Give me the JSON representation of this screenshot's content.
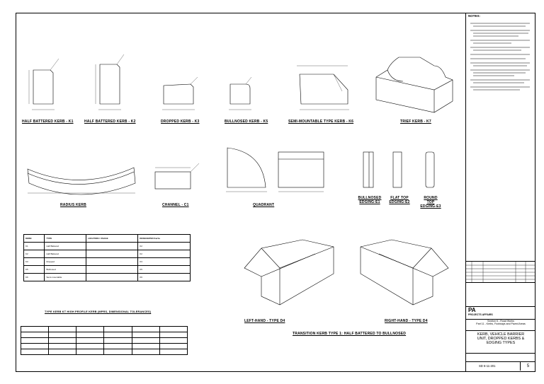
{
  "drawing": {
    "labels": {
      "hb1": "HALF BATTERED KERB - K1",
      "hb2": "HALF BATTERED KERB - K2",
      "dropped": "DROPPED KERB - K3",
      "bullnosed": "BULLNOSED KERB - K5",
      "semi": "SEMI-MOUNTABLE TYPE KERB - K6",
      "trief": "TRIEF KERB - K7",
      "radius": "RADIUS KERB",
      "channel": "CHANNEL - C1",
      "quadrant": "QUADRANT",
      "bn_edging": "BULLNOSED EDGING-E1",
      "flat_edging": "FLAT TOP EDGING-E2",
      "round_edging": "ROUND TOP EDGING-E3",
      "lh": "LEFT-HAND - TYPE D4",
      "rh": "RIGHT-HAND - TYPE D4",
      "transition": "TRANSITION KERB TYPE 1: HALF BATTERED TO BULLNOSED",
      "tol_title": "TYPE KERB KT HIGH PROFILE KERB (MPRS, DIMENSIONAL TOLERANCES)"
    }
  },
  "table1": {
    "headers": [
      "KERB",
      "TYPE",
      "LOCATION / USAGE",
      "DESIGNATED Kerbs"
    ],
    "rows": [
      [
        "K1",
        "Half Battered",
        "",
        "K2"
      ],
      [
        "K2",
        "Half Battered",
        "",
        "K2"
      ],
      [
        "K3",
        "Dropped",
        "",
        "K3"
      ],
      [
        "K5",
        "Bullnosed",
        "",
        "K5"
      ],
      [
        "K6",
        "Semi-mountable",
        "",
        "K6"
      ]
    ]
  },
  "table2": {
    "headers": [
      "",
      "",
      "",
      "",
      "",
      ""
    ],
    "rows": [
      [
        "",
        "",
        "",
        "",
        "",
        ""
      ],
      [
        "",
        "",
        "",
        "",
        "",
        ""
      ],
      [
        "",
        "",
        "",
        "",
        "",
        ""
      ],
      [
        "",
        "",
        "",
        "",
        "",
        ""
      ]
    ]
  },
  "titleblock": {
    "notes_title": "NOTES:",
    "org": "PA",
    "org_sub": "PROJECTS AFFAIRS",
    "section": "Section 6 - Road Works",
    "part": "Part 11 - Kerbs, Footways and Paved Areas",
    "title": "KERB, VEHICLE BARRIER UNIT, DROPPED KERBS & EDGING TYPES",
    "drawing_no": "SD 6-11-201",
    "sheet": "5"
  }
}
